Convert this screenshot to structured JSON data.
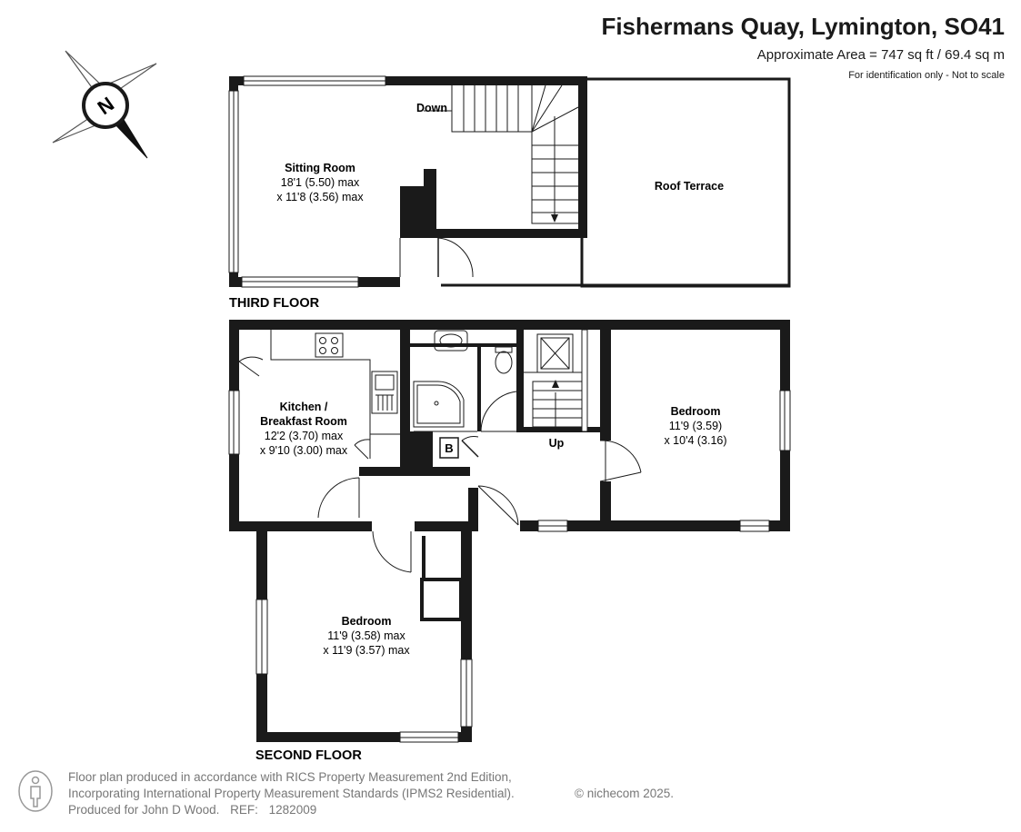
{
  "header": {
    "title": "Fishermans Quay, Lymington, SO41",
    "area": "Approximate Area = 747 sq ft / 69.4 sq m",
    "identification": "For identification only - Not to scale"
  },
  "compass": {
    "letter": "N"
  },
  "third_floor": {
    "label": "THIRD FLOOR",
    "stairs_label": "Down",
    "sitting_room": {
      "name": "Sitting Room",
      "dim1": "18'1 (5.50) max",
      "dim2": "x 11'8 (3.56) max"
    },
    "roof_terrace": {
      "name": "Roof Terrace"
    }
  },
  "second_floor": {
    "label": "SECOND FLOOR",
    "stairs_label": "Up",
    "boiler_label": "B",
    "kitchen": {
      "name1": "Kitchen /",
      "name2": "Breakfast Room",
      "dim1": "12'2 (3.70) max",
      "dim2": "x 9'10 (3.00) max"
    },
    "bedroom_right": {
      "name": "Bedroom",
      "dim1": "11'9 (3.59)",
      "dim2": "x 10'4 (3.16)"
    },
    "bedroom_bottom": {
      "name": "Bedroom",
      "dim1": "11'9 (3.58) max",
      "dim2": "x 11'9 (3.57) max"
    }
  },
  "footer": {
    "line1": "Floor plan produced in accordance with RICS Property Measurement 2nd Edition,",
    "line2": "Incorporating International Property Measurement Standards (IPMS2 Residential).",
    "line3": "Produced for John D Wood.",
    "ref_label": "REF:",
    "ref_value": "1282009",
    "copyright": "© nichecom 2025."
  }
}
